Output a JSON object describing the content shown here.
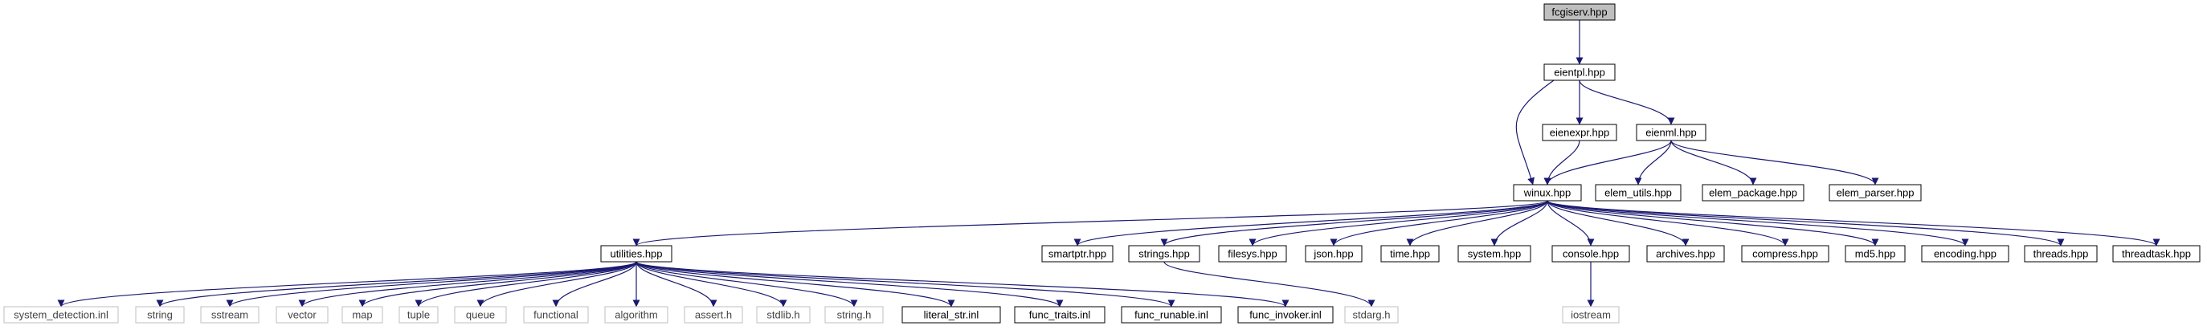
{
  "graph": {
    "colors": {
      "edge": "#191970",
      "box_border": "#000000",
      "missing_border": "#bfbfbf",
      "root_fill": "#bfbfbf",
      "box_fill": "#ffffff",
      "text": "#000000",
      "missing_text": "#444444"
    },
    "nodes": [
      {
        "id": "fcgiserv",
        "label": "fcgiserv.hpp",
        "style": "root"
      },
      {
        "id": "eientpl",
        "label": "eientpl.hpp",
        "style": "normal"
      },
      {
        "id": "eienexpr",
        "label": "eienexpr.hpp",
        "style": "normal"
      },
      {
        "id": "eienml",
        "label": "eienml.hpp",
        "style": "normal"
      },
      {
        "id": "winux",
        "label": "winux.hpp",
        "style": "normal"
      },
      {
        "id": "elem_utils",
        "label": "elem_utils.hpp",
        "style": "normal"
      },
      {
        "id": "elem_package",
        "label": "elem_package.hpp",
        "style": "normal"
      },
      {
        "id": "elem_parser",
        "label": "elem_parser.hpp",
        "style": "normal"
      },
      {
        "id": "utilities",
        "label": "utilities.hpp",
        "style": "normal"
      },
      {
        "id": "smartptr",
        "label": "smartptr.hpp",
        "style": "normal"
      },
      {
        "id": "strings",
        "label": "strings.hpp",
        "style": "normal"
      },
      {
        "id": "filesys",
        "label": "filesys.hpp",
        "style": "normal"
      },
      {
        "id": "json",
        "label": "json.hpp",
        "style": "normal"
      },
      {
        "id": "time",
        "label": "time.hpp",
        "style": "normal"
      },
      {
        "id": "system",
        "label": "system.hpp",
        "style": "normal"
      },
      {
        "id": "console",
        "label": "console.hpp",
        "style": "normal"
      },
      {
        "id": "archives",
        "label": "archives.hpp",
        "style": "normal"
      },
      {
        "id": "compress",
        "label": "compress.hpp",
        "style": "normal"
      },
      {
        "id": "md5",
        "label": "md5.hpp",
        "style": "normal"
      },
      {
        "id": "encoding",
        "label": "encoding.hpp",
        "style": "normal"
      },
      {
        "id": "threads",
        "label": "threads.hpp",
        "style": "normal"
      },
      {
        "id": "threadtask",
        "label": "threadtask.hpp",
        "style": "normal"
      },
      {
        "id": "system_detection",
        "label": "system_detection.inl",
        "style": "missing"
      },
      {
        "id": "string",
        "label": "string",
        "style": "missing"
      },
      {
        "id": "sstream",
        "label": "sstream",
        "style": "missing"
      },
      {
        "id": "vector",
        "label": "vector",
        "style": "missing"
      },
      {
        "id": "map",
        "label": "map",
        "style": "missing"
      },
      {
        "id": "tuple",
        "label": "tuple",
        "style": "missing"
      },
      {
        "id": "queue",
        "label": "queue",
        "style": "missing"
      },
      {
        "id": "functional",
        "label": "functional",
        "style": "missing"
      },
      {
        "id": "algorithm",
        "label": "algorithm",
        "style": "missing"
      },
      {
        "id": "assert_h",
        "label": "assert.h",
        "style": "missing"
      },
      {
        "id": "stdlib_h",
        "label": "stdlib.h",
        "style": "missing"
      },
      {
        "id": "string_h",
        "label": "string.h",
        "style": "missing"
      },
      {
        "id": "literal_str",
        "label": "literal_str.inl",
        "style": "normal"
      },
      {
        "id": "func_traits",
        "label": "func_traits.inl",
        "style": "normal"
      },
      {
        "id": "func_runable",
        "label": "func_runable.inl",
        "style": "normal"
      },
      {
        "id": "func_invoker",
        "label": "func_invoker.inl",
        "style": "normal"
      },
      {
        "id": "stdarg_h",
        "label": "stdarg.h",
        "style": "missing"
      },
      {
        "id": "iostream",
        "label": "iostream",
        "style": "missing"
      }
    ],
    "edges": [
      {
        "from": "fcgiserv",
        "to": "eientpl"
      },
      {
        "from": "eientpl",
        "to": "eienexpr"
      },
      {
        "from": "eientpl",
        "to": "eienml"
      },
      {
        "from": "eientpl",
        "to": "winux"
      },
      {
        "from": "eienexpr",
        "to": "winux"
      },
      {
        "from": "eienml",
        "to": "winux"
      },
      {
        "from": "eienml",
        "to": "elem_utils"
      },
      {
        "from": "eienml",
        "to": "elem_package"
      },
      {
        "from": "eienml",
        "to": "elem_parser"
      },
      {
        "from": "winux",
        "to": "utilities"
      },
      {
        "from": "winux",
        "to": "smartptr"
      },
      {
        "from": "winux",
        "to": "strings"
      },
      {
        "from": "winux",
        "to": "filesys"
      },
      {
        "from": "winux",
        "to": "json"
      },
      {
        "from": "winux",
        "to": "time"
      },
      {
        "from": "winux",
        "to": "system"
      },
      {
        "from": "winux",
        "to": "console"
      },
      {
        "from": "winux",
        "to": "archives"
      },
      {
        "from": "winux",
        "to": "compress"
      },
      {
        "from": "winux",
        "to": "md5"
      },
      {
        "from": "winux",
        "to": "encoding"
      },
      {
        "from": "winux",
        "to": "threads"
      },
      {
        "from": "winux",
        "to": "threadtask"
      },
      {
        "from": "utilities",
        "to": "system_detection"
      },
      {
        "from": "utilities",
        "to": "string"
      },
      {
        "from": "utilities",
        "to": "sstream"
      },
      {
        "from": "utilities",
        "to": "vector"
      },
      {
        "from": "utilities",
        "to": "map"
      },
      {
        "from": "utilities",
        "to": "tuple"
      },
      {
        "from": "utilities",
        "to": "queue"
      },
      {
        "from": "utilities",
        "to": "functional"
      },
      {
        "from": "utilities",
        "to": "algorithm"
      },
      {
        "from": "utilities",
        "to": "assert_h"
      },
      {
        "from": "utilities",
        "to": "stdlib_h"
      },
      {
        "from": "utilities",
        "to": "string_h"
      },
      {
        "from": "utilities",
        "to": "literal_str"
      },
      {
        "from": "utilities",
        "to": "func_traits"
      },
      {
        "from": "utilities",
        "to": "func_runable"
      },
      {
        "from": "utilities",
        "to": "func_invoker"
      },
      {
        "from": "strings",
        "to": "stdarg_h"
      },
      {
        "from": "console",
        "to": "iostream"
      }
    ]
  }
}
